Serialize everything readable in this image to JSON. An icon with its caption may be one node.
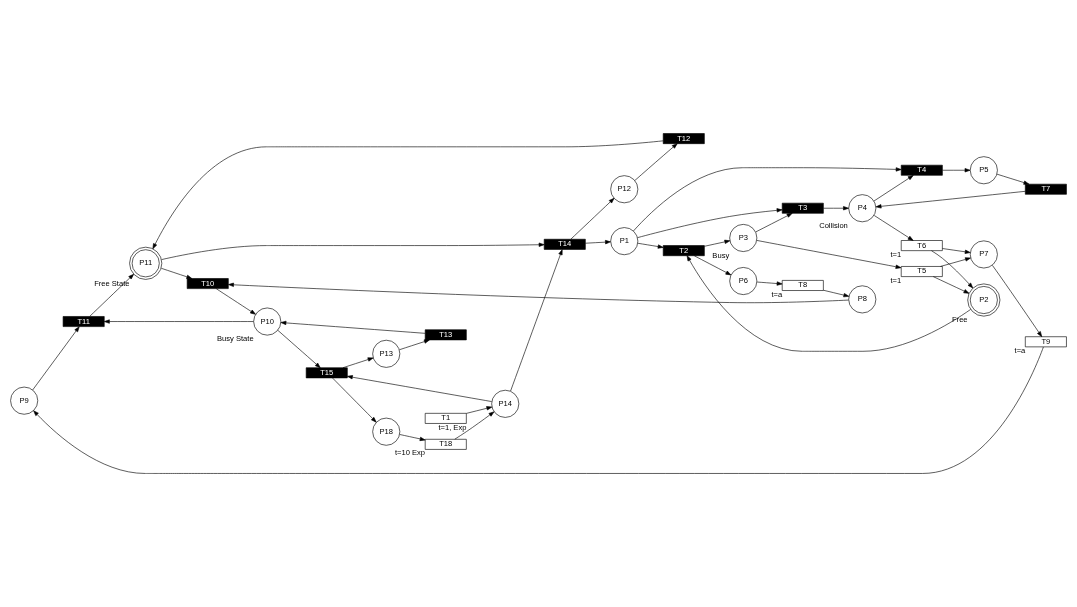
{
  "diagram": {
    "nodes": [
      {
        "text": [
          "P9"
        ]
      },
      {
        "text": [
          "T9"
        ],
        "beside": [
          "t=a"
        ]
      },
      {
        "text": [
          "P7"
        ]
      },
      {
        "text": [
          "T11"
        ]
      },
      {
        "text": [
          "P10"
        ],
        "beside": [
          "Busy State"
        ]
      },
      {
        "text": [
          "T8"
        ],
        "beside": [
          "t=a"
        ]
      },
      {
        "text": [
          "P2"
        ],
        "beside": [
          "Free"
        ]
      },
      {
        "text": [
          "T13"
        ]
      },
      {
        "text": [
          "T10"
        ]
      },
      {
        "text": [
          "P8"
        ]
      },
      {
        "text": [
          "P6"
        ]
      },
      {
        "text": [
          "P11"
        ],
        "beside": [
          "Free State"
        ]
      },
      {
        "text": [
          "T5"
        ],
        "beside": [
          "t=1"
        ]
      },
      {
        "text": [
          "T6"
        ],
        "beside": [
          "t=1"
        ]
      },
      {
        "text": [
          "P13"
        ]
      },
      {
        "text": [
          "P18"
        ]
      },
      {
        "text": [
          "T15"
        ]
      },
      {
        "text": [
          "T2"
        ]
      },
      {
        "text": [
          "T12"
        ]
      },
      {
        "text": [
          "P3"
        ],
        "beside": [
          "Busy"
        ]
      },
      {
        "text": [
          "T18"
        ],
        "beside": [
          "t=10 Exp"
        ]
      },
      {
        "text": [
          "T1"
        ],
        "beside": [
          "t=1, Exp"
        ]
      },
      {
        "text": [
          "P12"
        ]
      },
      {
        "text": [
          "P14"
        ]
      },
      {
        "text": [
          "T14"
        ]
      },
      {
        "text": [
          "T3"
        ]
      },
      {
        "text": [
          "P4"
        ],
        "beside": [
          "Collision"
        ]
      },
      {
        "text": [
          "P1"
        ]
      },
      {
        "text": [
          "T4"
        ]
      },
      {
        "text": [
          "P5"
        ]
      },
      {
        "text": [
          "T7"
        ]
      }
    ],
    "edges": [
      {
        "from": 2,
        "to": 1,
        "arrow": "to"
      },
      {
        "from": 1,
        "to": 0,
        "arrow": "to"
      },
      {
        "from": 0,
        "to": 3,
        "arrow": "to"
      },
      {
        "from": 4,
        "to": 3,
        "arrow": "to"
      },
      {
        "from": 3,
        "to": 11,
        "arrow": "to"
      },
      {
        "from": 8,
        "to": 4,
        "arrow": "to"
      },
      {
        "from": 9,
        "to": 8,
        "arrow": "to"
      },
      {
        "from": 11,
        "to": 8,
        "arrow": "to"
      },
      {
        "from": 5,
        "to": 9,
        "arrow": "to"
      },
      {
        "from": 10,
        "to": 5,
        "arrow": "to"
      },
      {
        "from": 17,
        "to": 10,
        "arrow": "to"
      },
      {
        "from": 6,
        "to": 17,
        "arrow": "to"
      },
      {
        "from": 12,
        "to": 6,
        "arrow": "to"
      },
      {
        "from": 13,
        "to": 6,
        "arrow": "to"
      },
      {
        "from": 12,
        "to": 2,
        "arrow": "to"
      },
      {
        "from": 13,
        "to": 2,
        "arrow": "to"
      },
      {
        "from": 19,
        "to": 12,
        "arrow": "to"
      },
      {
        "from": 26,
        "to": 13,
        "arrow": "to"
      },
      {
        "from": 17,
        "to": 19,
        "arrow": "to"
      },
      {
        "from": 14,
        "to": 7,
        "arrow": "to"
      },
      {
        "from": 7,
        "to": 4,
        "arrow": "to"
      },
      {
        "from": 4,
        "to": 16,
        "arrow": "to"
      },
      {
        "from": 16,
        "to": 14,
        "arrow": "to"
      },
      {
        "from": 16,
        "to": 15,
        "arrow": "to"
      },
      {
        "from": 15,
        "to": 20,
        "arrow": "to"
      },
      {
        "from": 20,
        "to": 23,
        "arrow": "to"
      },
      {
        "from": 21,
        "to": 23,
        "arrow": "to"
      },
      {
        "from": 23,
        "to": 16,
        "arrow": "to"
      },
      {
        "from": 23,
        "to": 24,
        "arrow": "to"
      },
      {
        "from": 11,
        "to": 24,
        "arrow": "to"
      },
      {
        "from": 24,
        "to": 22,
        "arrow": "to"
      },
      {
        "from": 22,
        "to": 18,
        "arrow": "to"
      },
      {
        "from": 18,
        "to": 11,
        "arrow": "to"
      },
      {
        "from": 24,
        "to": 27,
        "arrow": "to"
      },
      {
        "from": 27,
        "to": 17,
        "arrow": "to"
      },
      {
        "from": 27,
        "to": 25,
        "arrow": "to"
      },
      {
        "from": 27,
        "to": 28,
        "arrow": "to"
      },
      {
        "from": 19,
        "to": 25,
        "arrow": "to"
      },
      {
        "from": 25,
        "to": 26,
        "arrow": "to"
      },
      {
        "from": 26,
        "to": 28,
        "arrow": "to"
      },
      {
        "from": 28,
        "to": 29,
        "arrow": "to"
      },
      {
        "from": 29,
        "to": 30,
        "arrow": "to"
      },
      {
        "from": 30,
        "to": 26,
        "arrow": "to"
      }
    ]
  }
}
